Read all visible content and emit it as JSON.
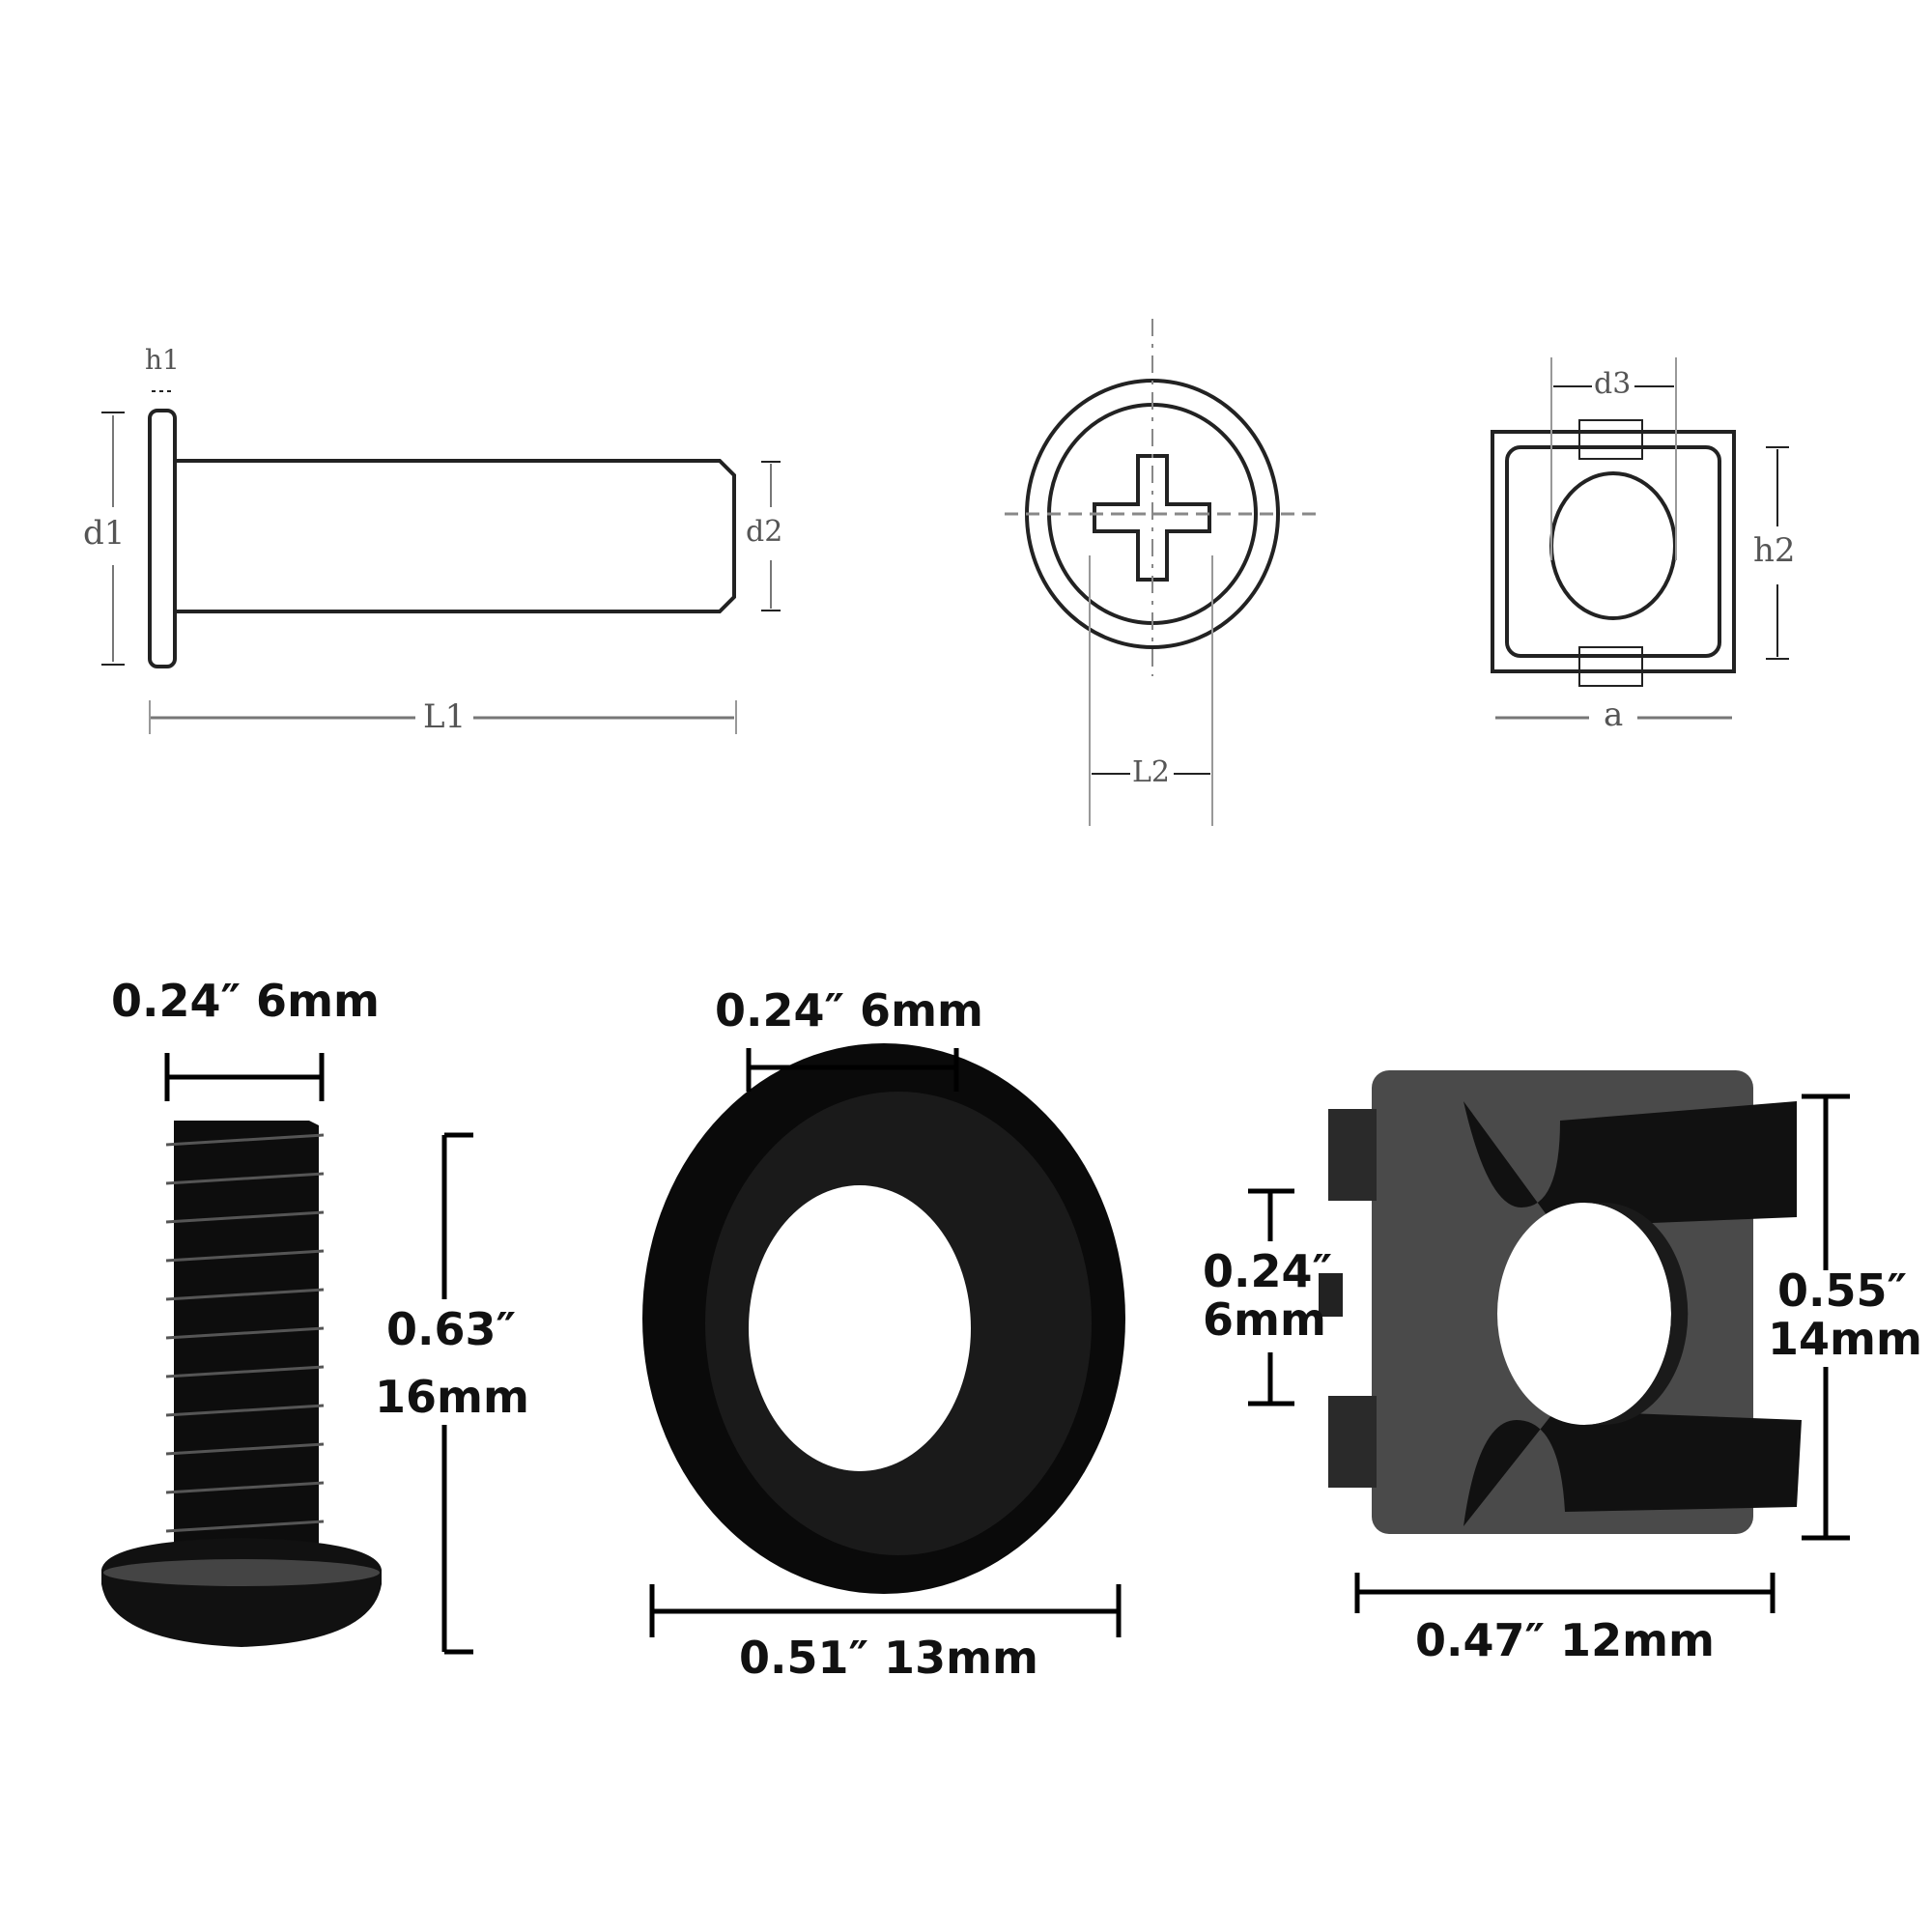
{
  "technical_drawings": {
    "screw_side_view": {
      "labels": {
        "h1": "h1",
        "d1": "d1",
        "d2": "d2",
        "L1": "L1"
      }
    },
    "screw_head_view": {
      "labels": {
        "L2": "L2"
      }
    },
    "cage_nut_view": {
      "labels": {
        "d3": "d3",
        "h2": "h2",
        "a": "a"
      }
    }
  },
  "products": {
    "screw": {
      "width_label": "0.24″  6mm",
      "length_inch": "0.63″",
      "length_mm": "16mm"
    },
    "washer": {
      "inner_label": "0.24″   6mm",
      "outer_label": "0.51″  13mm"
    },
    "cage_nut": {
      "hole_inch": "0.24″",
      "hole_mm": "6mm",
      "height_inch": "0.55″",
      "height_mm": "14mm",
      "width_label": "0.47″  12mm"
    }
  },
  "colors": {
    "line": "#222222",
    "part": "#0d0d0d",
    "background": "#ffffff"
  }
}
